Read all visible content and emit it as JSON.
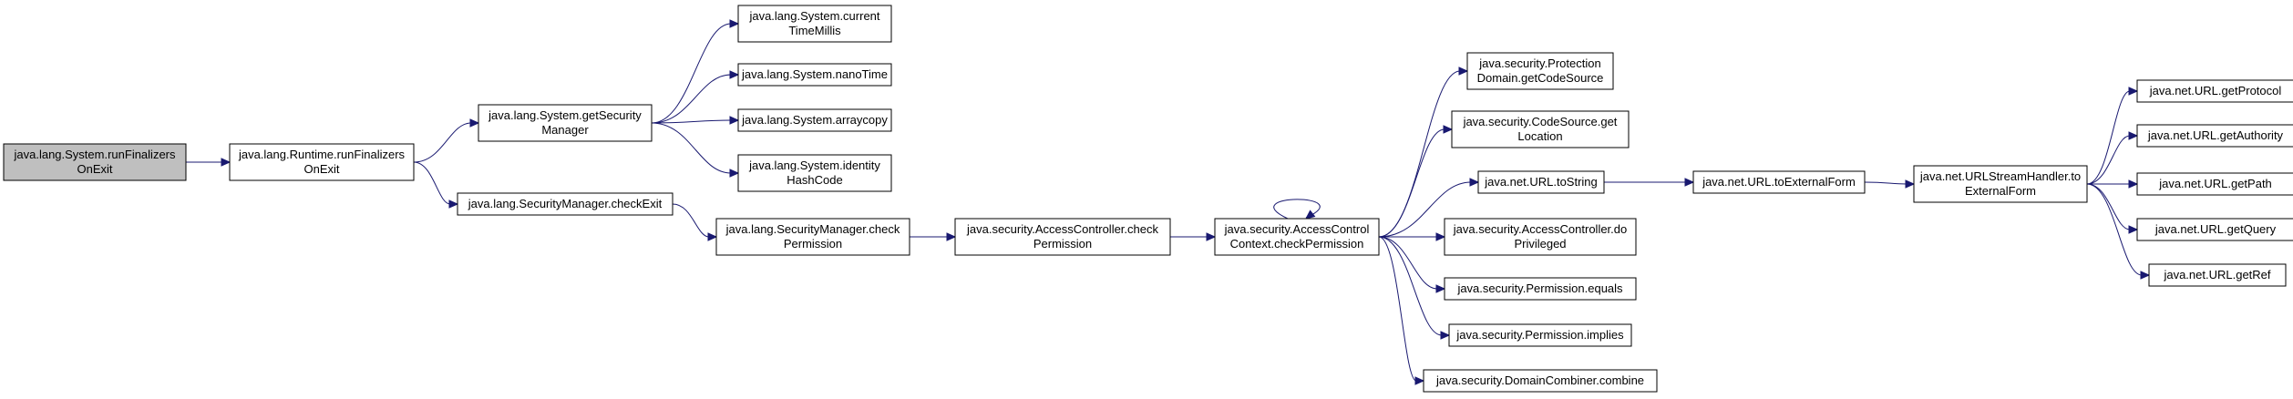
{
  "colors": {
    "edge": "#191970",
    "node_border": "#000000",
    "node_fill": "#ffffff",
    "root_fill": "#bfbfbf"
  },
  "nodes": [
    {
      "id": "n_root",
      "lines": [
        "java.lang.System.runFinalizers",
        "OnExit"
      ],
      "root": true
    },
    {
      "id": "n_rt",
      "lines": [
        "java.lang.Runtime.runFinalizers",
        "OnExit"
      ]
    },
    {
      "id": "n_gsm",
      "lines": [
        "java.lang.System.getSecurity",
        "Manager"
      ]
    },
    {
      "id": "n_sm_exit",
      "lines": [
        "java.lang.SecurityManager.checkExit"
      ]
    },
    {
      "id": "n_ctm",
      "lines": [
        "java.lang.System.current",
        "TimeMillis"
      ]
    },
    {
      "id": "n_nano",
      "lines": [
        "java.lang.System.nanoTime"
      ]
    },
    {
      "id": "n_arr",
      "lines": [
        "java.lang.System.arraycopy"
      ]
    },
    {
      "id": "n_ihc",
      "lines": [
        "java.lang.System.identity",
        "HashCode"
      ]
    },
    {
      "id": "n_sm_cp",
      "lines": [
        "java.lang.SecurityManager.check",
        "Permission"
      ]
    },
    {
      "id": "n_ac_cp",
      "lines": [
        "java.security.AccessController.check",
        "Permission"
      ]
    },
    {
      "id": "n_acc_cp",
      "lines": [
        "java.security.AccessControl",
        "Context.checkPermission"
      ]
    },
    {
      "id": "n_pd",
      "lines": [
        "java.security.Protection",
        "Domain.getCodeSource"
      ]
    },
    {
      "id": "n_cs",
      "lines": [
        "java.security.CodeSource.get",
        "Location"
      ]
    },
    {
      "id": "n_url_ts",
      "lines": [
        "java.net.URL.toString"
      ]
    },
    {
      "id": "n_ac_dp",
      "lines": [
        "java.security.AccessController.do",
        "Privileged"
      ]
    },
    {
      "id": "n_perm_eq",
      "lines": [
        "java.security.Permission.equals"
      ]
    },
    {
      "id": "n_perm_imp",
      "lines": [
        "java.security.Permission.implies"
      ]
    },
    {
      "id": "n_dc",
      "lines": [
        "java.security.DomainCombiner.combine"
      ]
    },
    {
      "id": "n_url_tef",
      "lines": [
        "java.net.URL.toExternalForm"
      ]
    },
    {
      "id": "n_ush",
      "lines": [
        "java.net.URLStreamHandler.to",
        "ExternalForm"
      ]
    },
    {
      "id": "n_gproto",
      "lines": [
        "java.net.URL.getProtocol"
      ]
    },
    {
      "id": "n_gauth",
      "lines": [
        "java.net.URL.getAuthority"
      ]
    },
    {
      "id": "n_gpath",
      "lines": [
        "java.net.URL.getPath"
      ]
    },
    {
      "id": "n_gquery",
      "lines": [
        "java.net.URL.getQuery"
      ]
    },
    {
      "id": "n_gref",
      "lines": [
        "java.net.URL.getRef"
      ]
    }
  ],
  "edges": [
    [
      "n_root",
      "n_rt"
    ],
    [
      "n_rt",
      "n_gsm"
    ],
    [
      "n_rt",
      "n_sm_exit"
    ],
    [
      "n_gsm",
      "n_ctm"
    ],
    [
      "n_gsm",
      "n_nano"
    ],
    [
      "n_gsm",
      "n_arr"
    ],
    [
      "n_gsm",
      "n_ihc"
    ],
    [
      "n_sm_exit",
      "n_sm_cp"
    ],
    [
      "n_sm_cp",
      "n_ac_cp"
    ],
    [
      "n_ac_cp",
      "n_acc_cp"
    ],
    [
      "n_acc_cp",
      "n_acc_cp"
    ],
    [
      "n_acc_cp",
      "n_pd"
    ],
    [
      "n_acc_cp",
      "n_cs"
    ],
    [
      "n_acc_cp",
      "n_url_ts"
    ],
    [
      "n_acc_cp",
      "n_ac_dp"
    ],
    [
      "n_acc_cp",
      "n_perm_eq"
    ],
    [
      "n_acc_cp",
      "n_perm_imp"
    ],
    [
      "n_acc_cp",
      "n_dc"
    ],
    [
      "n_url_ts",
      "n_url_tef"
    ],
    [
      "n_url_tef",
      "n_ush"
    ],
    [
      "n_ush",
      "n_gproto"
    ],
    [
      "n_ush",
      "n_gauth"
    ],
    [
      "n_ush",
      "n_gpath"
    ],
    [
      "n_ush",
      "n_gquery"
    ],
    [
      "n_ush",
      "n_gref"
    ]
  ]
}
